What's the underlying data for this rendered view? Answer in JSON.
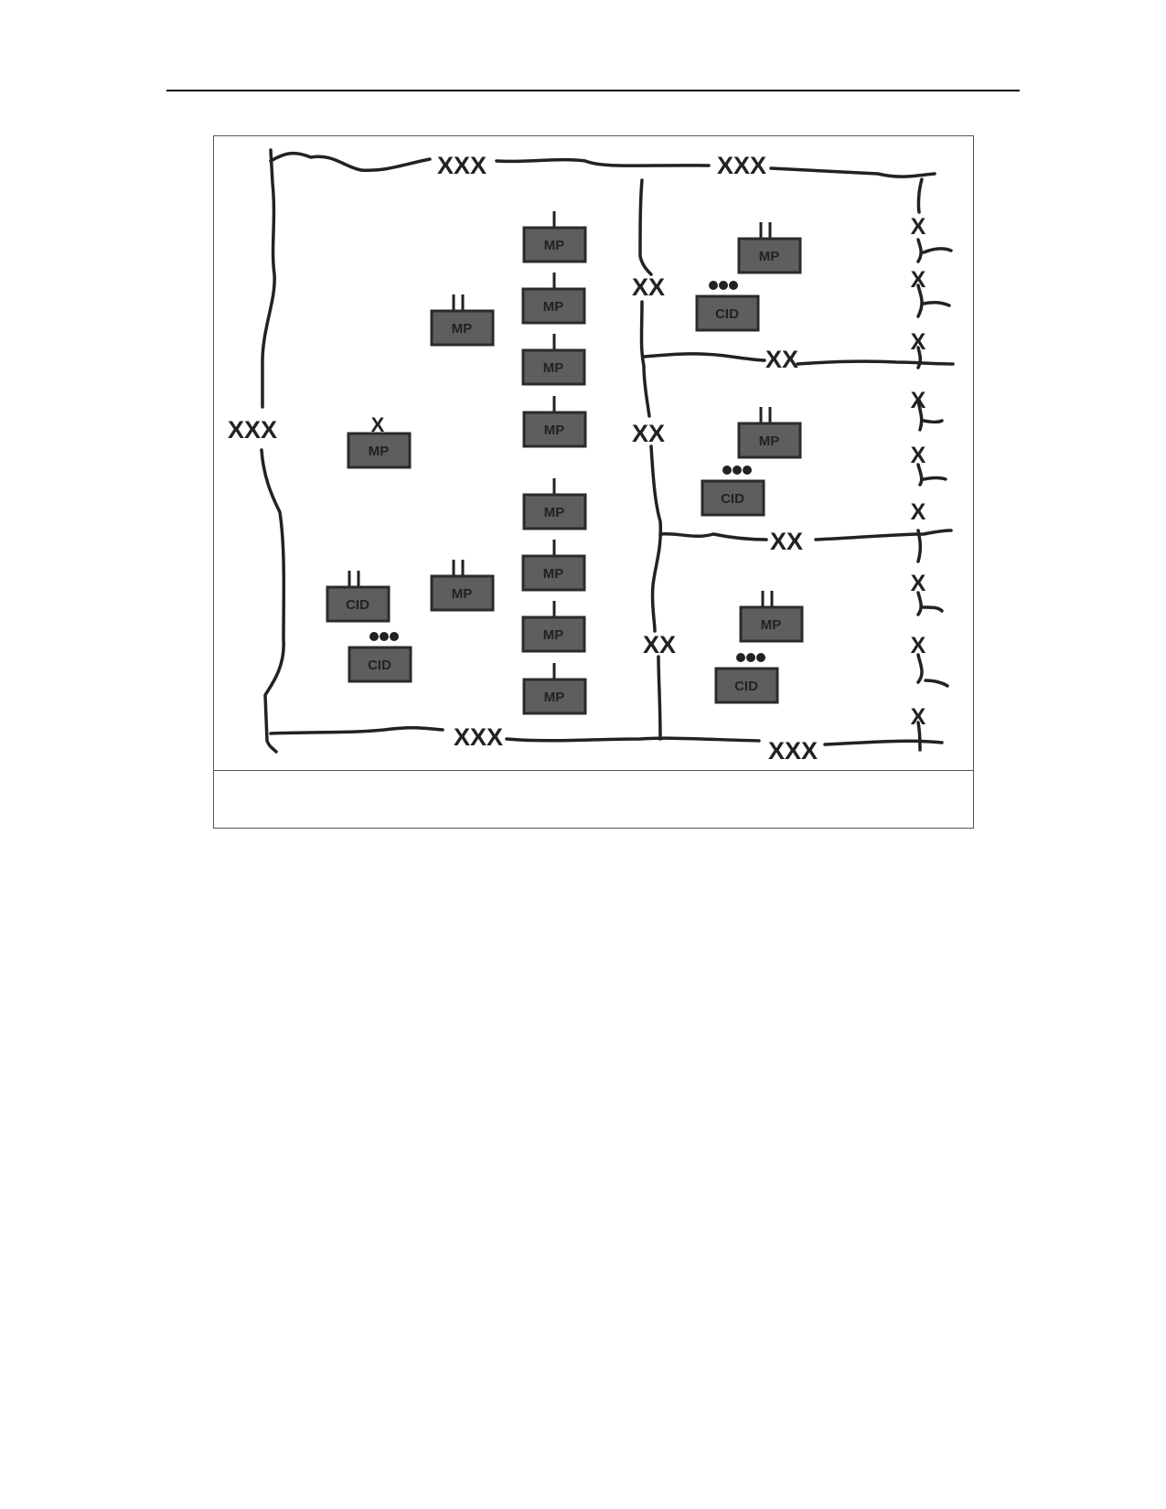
{
  "boundary_labels": {
    "top_left": "XXX",
    "top_right": "XXX",
    "left": "XXX",
    "bottom_left": "XXX",
    "bottom_right": "XXX",
    "inner_vertical_top": "XX",
    "inner_vertical_mid": "XX",
    "inner_vertical_bottom": "XX",
    "inner_horizontal_top": "XX",
    "inner_horizontal_bottom": "XX",
    "right_x": [
      "X",
      "X",
      "X",
      "X",
      "X",
      "X",
      "X",
      "X",
      "X"
    ]
  },
  "units": {
    "mp": "MP",
    "cid": "CID",
    "single_x": "X"
  },
  "caption": ""
}
